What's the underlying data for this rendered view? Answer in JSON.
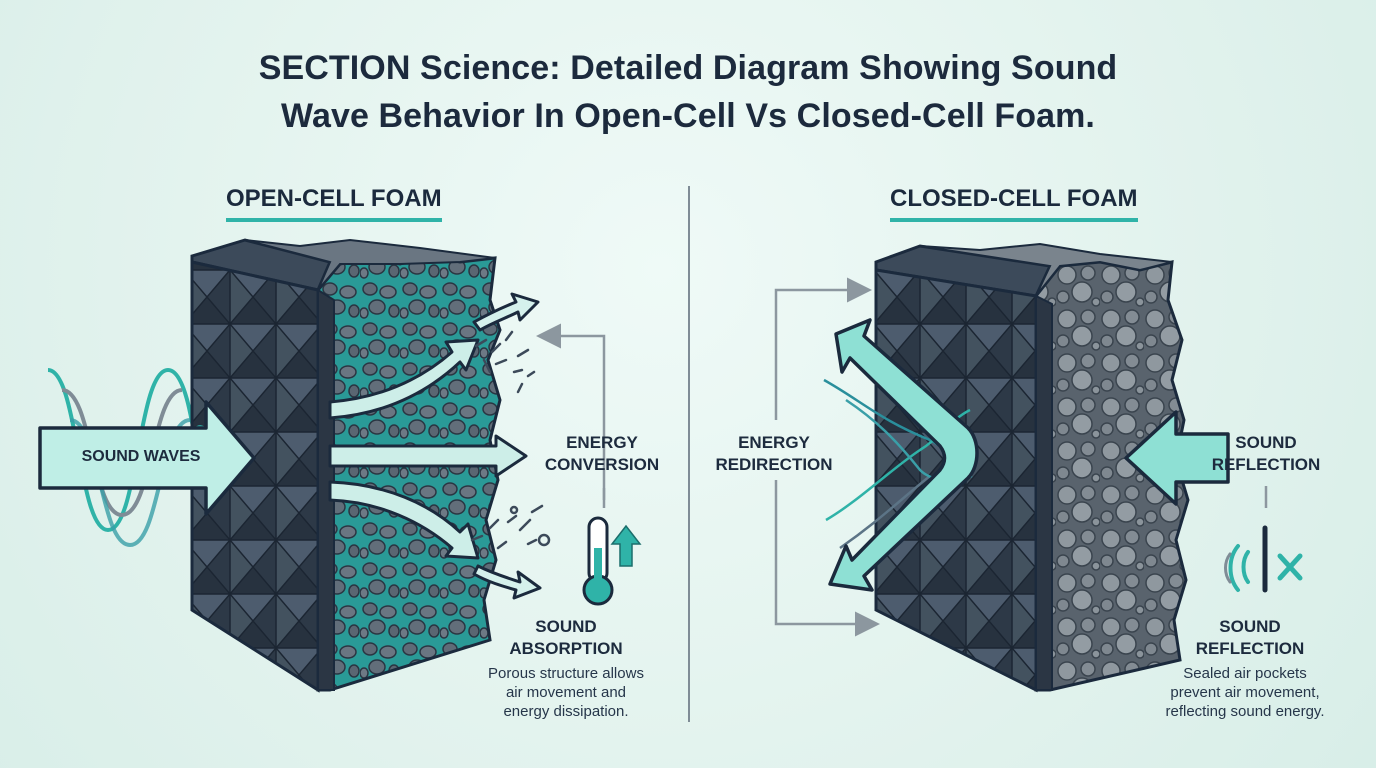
{
  "title": {
    "line1": "SECTION Science: Detailed Diagram Showing Sound",
    "line2": "Wave Behavior In Open-Cell Vs Closed-Cell Foam."
  },
  "open_cell": {
    "heading": "OPEN-CELL FOAM",
    "sound_waves_label": "SOUND WAVES",
    "energy_conversion": {
      "line1": "ENERGY",
      "line2": "CONVERSION"
    },
    "sound_absorption": {
      "line1": "SOUND",
      "line2": "ABSORPTION"
    },
    "description": {
      "line1": "Porous structure allows",
      "line2": "air movement and",
      "line3": "energy dissipation."
    },
    "icons": [
      "wave-icon",
      "thermometer-icon",
      "up-arrow-icon"
    ]
  },
  "closed_cell": {
    "heading": "CLOSED-CELL FOAM",
    "energy_redirection": {
      "line1": "ENERGY",
      "line2": "REDIRECTION"
    },
    "sound_reflection_top": {
      "line1": "SOUND",
      "line2": "REFLECTION"
    },
    "sound_reflection_bottom": {
      "line1": "SOUND",
      "line2": "REFLECTION"
    },
    "description": {
      "line1": "Sealed air pockets",
      "line2": "prevent air movement,",
      "line3": "reflecting sound energy."
    },
    "icons": [
      "sound-blocked-icon"
    ]
  },
  "colors": {
    "background": "#e4f4ef",
    "foam_dark": "#3c4a5a",
    "foam_outline": "#1b2a3d",
    "accent_teal": "#2fb3a8",
    "arrow_fill": "#bfeee6",
    "cell_gray": "#8a949c"
  }
}
